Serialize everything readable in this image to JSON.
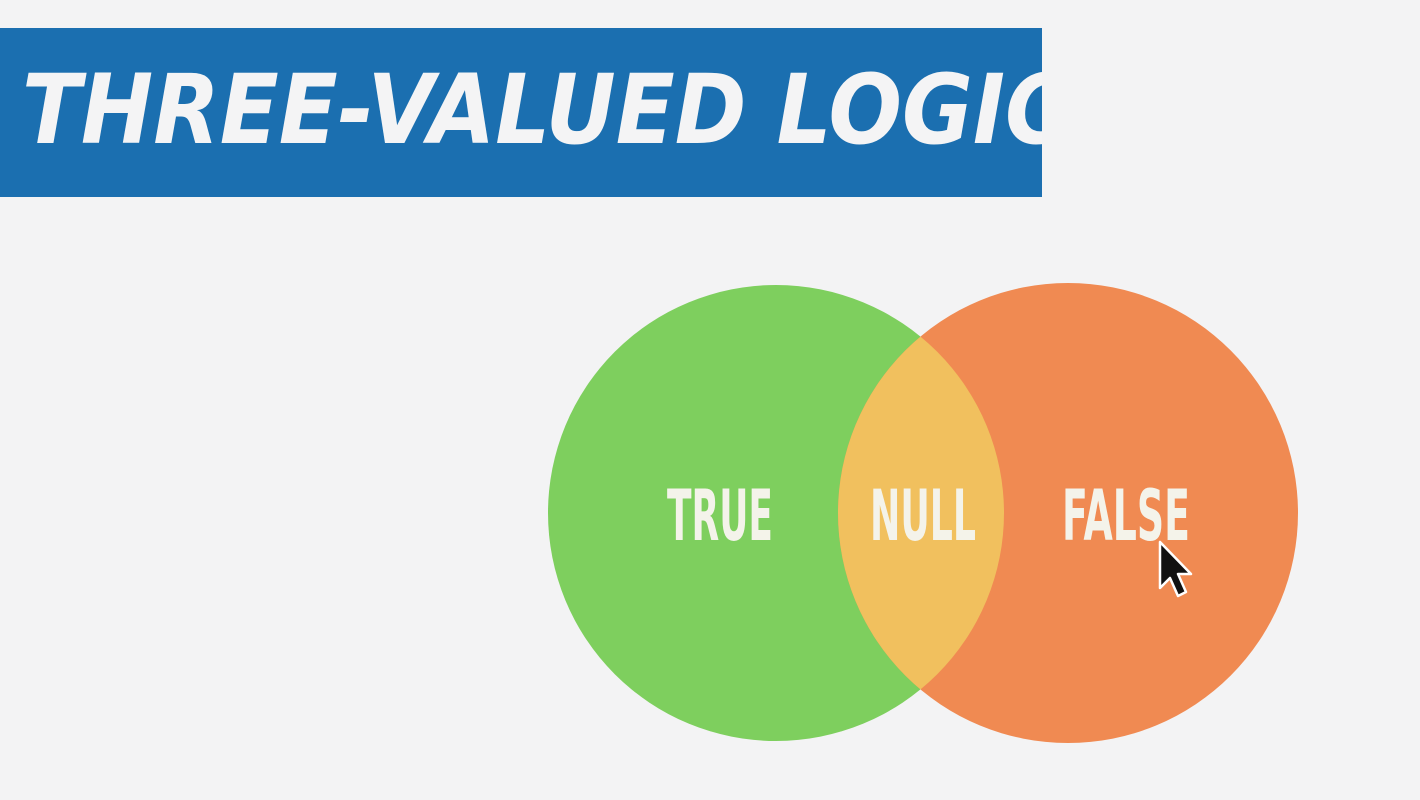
{
  "title": "THREE-VALUED LOGIC",
  "diagram": {
    "sets": [
      {
        "label": "TRUE",
        "color": "#7ecf5e"
      },
      {
        "label": "FALSE",
        "color": "#f08a52"
      }
    ],
    "intersection": {
      "label": "NULL",
      "color": "#f1c05e"
    }
  },
  "cursor": {
    "icon": "mouse-pointer-icon"
  }
}
